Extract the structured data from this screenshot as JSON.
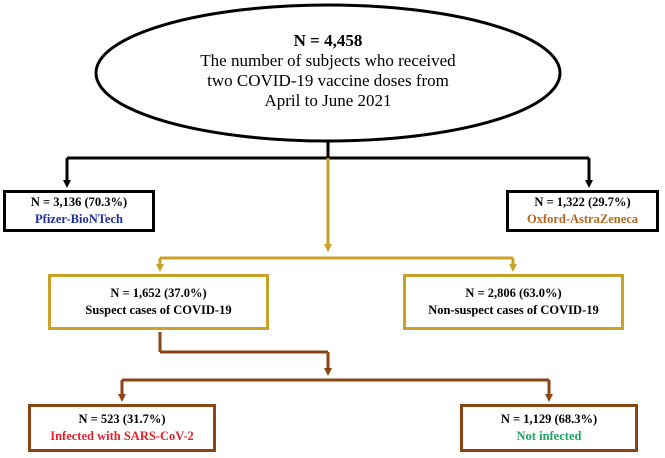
{
  "root": {
    "line1": "N = 4,458",
    "line2": "The number of subjects who received",
    "line3": "two COVID-19 vaccine doses from",
    "line4": "April to June 2021"
  },
  "pfizer": {
    "count": "N = 3,136 (70.3%)",
    "label": "Pfizer-BioNTech"
  },
  "astrazeneca": {
    "count": "N = 1,322 (29.7%)",
    "label": "Oxford-AstraZeneca"
  },
  "suspect": {
    "count": "N = 1,652 (37.0%)",
    "label": "Suspect cases of COVID-19"
  },
  "non_suspect": {
    "count": "N = 2,806 (63.0%)",
    "label": "Non-suspect cases of COVID-19"
  },
  "infected": {
    "count": "N = 523 (31.7%)",
    "label": "Infected with SARS-CoV-2"
  },
  "not_infected": {
    "count": "N = 1,129 (68.3%)",
    "label": "Not infected"
  },
  "colors": {
    "black": "#000000",
    "gold": "#c9a227",
    "brown": "#8b4513",
    "blue": "#1f2f9e",
    "orange": "#b5651d",
    "red": "#e8202a",
    "green": "#1aa860"
  }
}
